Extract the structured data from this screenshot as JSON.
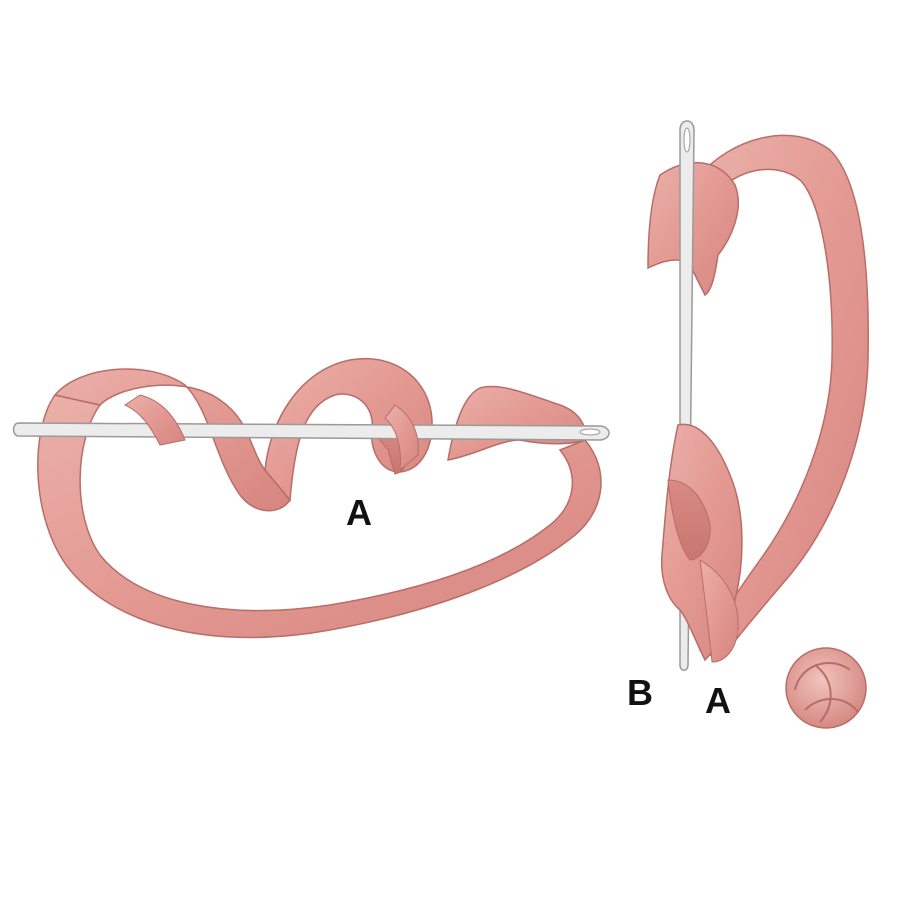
{
  "labels": {
    "left_needle_point": "A",
    "right_needle_point_b": "B",
    "right_needle_point_a": "A"
  },
  "colors": {
    "ribbon_fill": "#e9a39b",
    "ribbon_shade": "#d98a84",
    "ribbon_edge": "#b86d68",
    "needle": "#ececec",
    "needle_edge": "#9a9a9a",
    "background": "#ffffff",
    "label": "#121212"
  },
  "figures": [
    {
      "name": "ribbon-wrapped-on-horizontal-needle",
      "label_ref": "left_needle_point"
    },
    {
      "name": "ribbon-pulled-through-vertical-needle",
      "label_refs": [
        "right_needle_point_b",
        "right_needle_point_a"
      ]
    },
    {
      "name": "finished-rose-knot"
    }
  ]
}
